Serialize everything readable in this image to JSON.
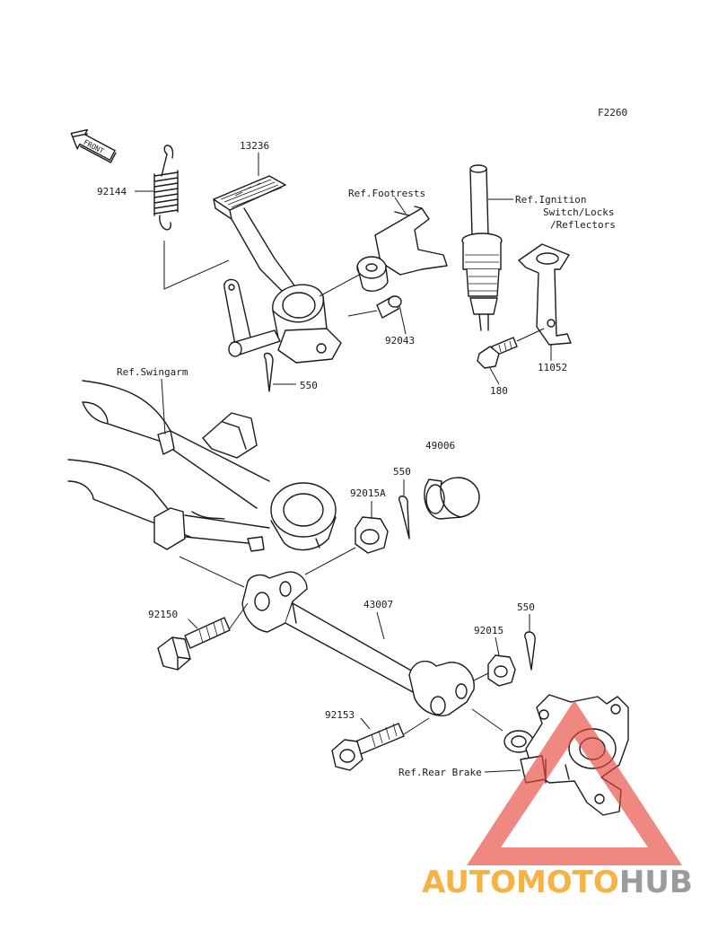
{
  "diagram": {
    "figure_code": "F2260",
    "front_arrow_label": "FRONT",
    "callouts": {
      "p92144": "92144",
      "p13236": "13236",
      "ref_footrests": "Ref.Footrests",
      "ref_ignition_1": "Ref.Ignition",
      "ref_ignition_2": "Switch/Locks",
      "ref_ignition_3": "/Reflectors",
      "p92043": "92043",
      "p550_top": "550",
      "p11052": "11052",
      "p180": "180",
      "ref_swingarm": "Ref.Swingarm",
      "p49006": "49006",
      "p550_mid": "550",
      "p92015A": "92015A",
      "p92150": "92150",
      "p43007": "43007",
      "p550_right": "550",
      "p92015": "92015",
      "p92153": "92153",
      "ref_rear_brake": "Ref.Rear Brake"
    }
  },
  "watermark": {
    "part1": "AUTOMOTO",
    "part2": "HUB",
    "color_orange": "#f5a623",
    "color_gray": "#8a8a8a",
    "triangle_color": "#e8453c"
  }
}
